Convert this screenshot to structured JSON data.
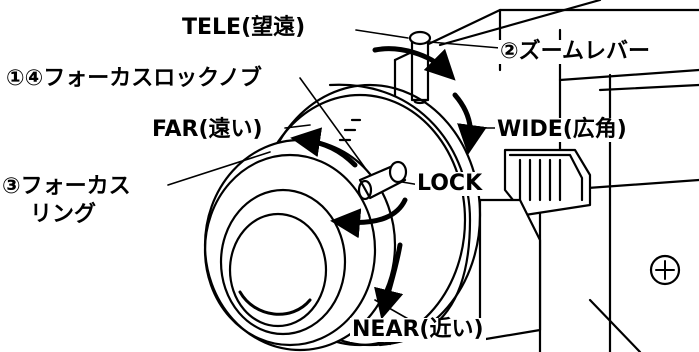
{
  "labels": {
    "tele": "TELE(望遠)",
    "zoom_lever": "②ズームレバー",
    "focus_lock_knob": "①④フォーカスロックノブ",
    "far": "FAR(遠い)",
    "wide": "WIDE(広角)",
    "focus_ring_line1": "③フォーカス",
    "focus_ring_line2": "リング",
    "lock": "LOCK",
    "near": "NEAR(近い)"
  },
  "colors": {
    "line": "#000000",
    "background": "#ffffff"
  }
}
